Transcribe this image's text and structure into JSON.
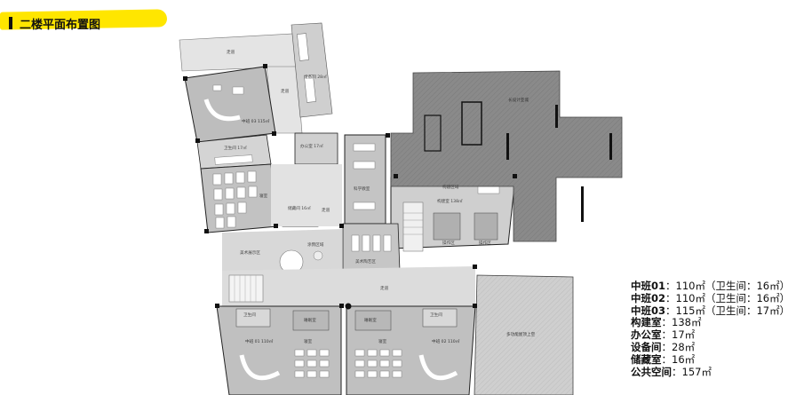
{
  "header": {
    "title": "二楼平面布置图"
  },
  "plan": {
    "rooms": [
      {
        "id": "corridor-top",
        "label": "走道"
      },
      {
        "id": "corridor-top-2",
        "label": "走道"
      },
      {
        "id": "storage",
        "label": "设备间 28㎡"
      },
      {
        "id": "class3",
        "label": "中班 03 115㎡"
      },
      {
        "id": "wc3",
        "label": "卫生间 17㎡"
      },
      {
        "id": "office",
        "label": "办公室 17㎡"
      },
      {
        "id": "bedroom-top",
        "label": "寝室"
      },
      {
        "id": "store",
        "label": "储藏间 16㎡"
      },
      {
        "id": "science",
        "label": "科学教室"
      },
      {
        "id": "construct-room",
        "label": "构建室 138㎡"
      },
      {
        "id": "construct-1",
        "label": "构建区域"
      },
      {
        "id": "construct-2",
        "label": "操作区"
      },
      {
        "id": "construct-3",
        "label": "操作区"
      },
      {
        "id": "art-gallery",
        "label": "美术展示区"
      },
      {
        "id": "art-area",
        "label": "美术陶艺区"
      },
      {
        "id": "art-corner",
        "label": "涂鸦区域"
      },
      {
        "id": "corridor-mid",
        "label": "走道"
      },
      {
        "id": "corridor-bottom",
        "label": "走道"
      },
      {
        "id": "void",
        "label": "长设计亚城"
      },
      {
        "id": "wc1",
        "label": "卫生间"
      },
      {
        "id": "wc2",
        "label": "卫生间"
      },
      {
        "id": "class1",
        "label": "中班 01 110㎡"
      },
      {
        "id": "class2",
        "label": "中班 02 110㎡"
      },
      {
        "id": "bedroom-1",
        "label": "寝室"
      },
      {
        "id": "bedroom-2",
        "label": "寝室"
      },
      {
        "id": "bedroom-1b",
        "label": "睡眠室"
      },
      {
        "id": "bedroom-2b",
        "label": "睡眠室"
      },
      {
        "id": "roof",
        "label": "多功能屋顶上空"
      }
    ]
  },
  "legend": [
    {
      "name": "中班01",
      "value": "：110㎡（卫生间：16㎡）"
    },
    {
      "name": "中班02",
      "value": "：110㎡（卫生间：16㎡）"
    },
    {
      "name": "中班03",
      "value": "：115㎡（卫生间：17㎡）"
    },
    {
      "name": "构建室",
      "value": "：138㎡"
    },
    {
      "name": "办公室",
      "value": "：17㎡"
    },
    {
      "name": "设备间",
      "value": "：28㎡"
    },
    {
      "name": "储藏室",
      "value": "：16㎡"
    },
    {
      "name": "公共空间",
      "value": "：157㎡"
    }
  ],
  "colors": {
    "highlight": "#ffe600",
    "floor_light": "#d8d8d8",
    "floor_mid": "#c4c4c4",
    "floor_dark": "#8c8c8c",
    "wall": "#111111"
  }
}
